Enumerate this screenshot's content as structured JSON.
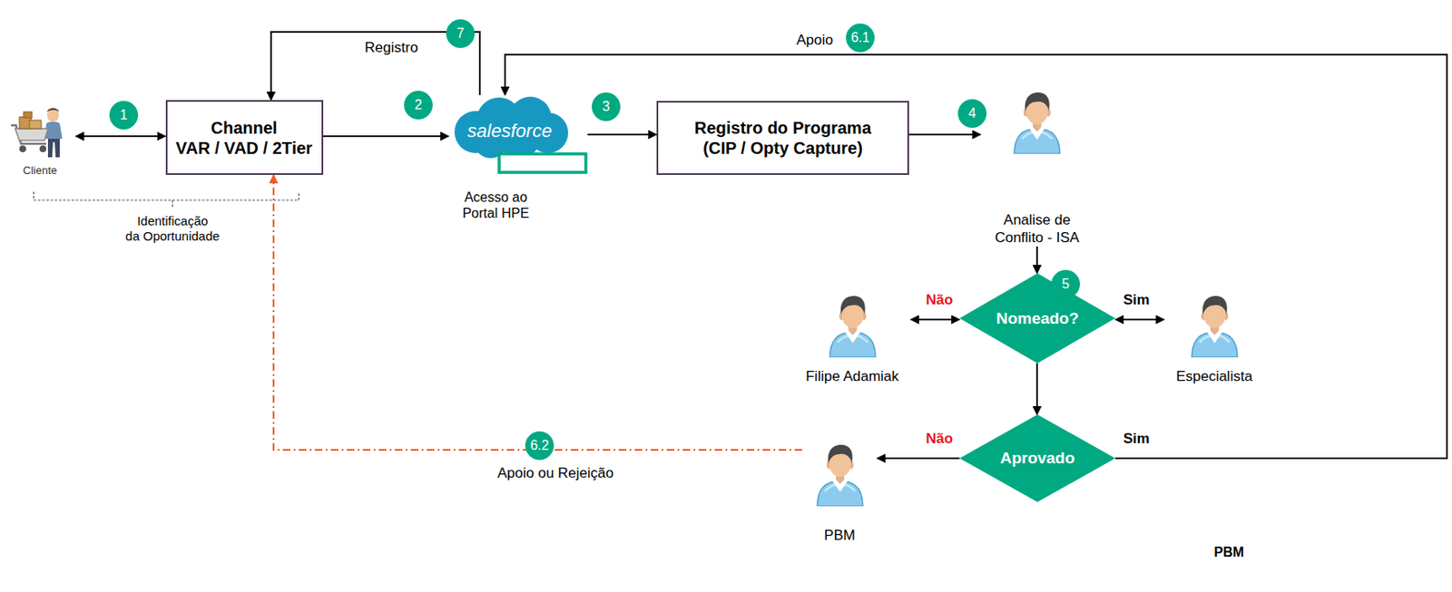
{
  "diagram": {
    "nodes": [
      {
        "text": [
          "Cliente"
        ]
      },
      {
        "text": [
          "Channel VAR / VAD / 2Tier"
        ]
      },
      {
        "text": [
          "salesforce",
          "Acesso ao Portal HPE"
        ]
      },
      {
        "text": [
          "Registro do Programa (CIP / Opty Capture)"
        ]
      },
      {
        "text": [
          "Analise de Conflito - ISA"
        ]
      },
      {
        "text": [
          "Nomeado?"
        ]
      },
      {
        "text": [
          "Filipe Adamiak"
        ]
      },
      {
        "text": [
          "Especialista"
        ]
      },
      {
        "text": [
          "Aprovado"
        ]
      },
      {
        "text": [
          "PBM"
        ]
      }
    ],
    "edges": [
      {
        "from": 0,
        "to": 1,
        "arrow": "both"
      },
      {
        "from": 1,
        "to": 2,
        "arrow": "to"
      },
      {
        "from": 2,
        "to": 1,
        "label": "Registro",
        "arrow": "to"
      },
      {
        "from": 2,
        "to": 3,
        "arrow": "to"
      },
      {
        "from": 3,
        "to": 4,
        "arrow": "to"
      },
      {
        "from": 4,
        "to": 5,
        "arrow": "to"
      },
      {
        "from": 5,
        "to": 6,
        "label": "Não",
        "arrow": "both"
      },
      {
        "from": 5,
        "to": 7,
        "label": "Sim",
        "arrow": "both"
      },
      {
        "from": 5,
        "to": 8,
        "arrow": "to"
      },
      {
        "from": 8,
        "to": 9,
        "label": "Não",
        "arrow": "to"
      },
      {
        "from": 8,
        "to": 2,
        "label": "Sim",
        "arrow": "to"
      },
      {
        "from": 9,
        "to": 1,
        "label": "Apoio ou Rejeição",
        "arrow": "to"
      }
    ],
    "labels": [
      "1",
      "2",
      "3",
      "4",
      "5",
      "6.1",
      "6.2",
      "7",
      "Identificação da Oportunidade",
      "Apoio",
      "PBM"
    ]
  }
}
